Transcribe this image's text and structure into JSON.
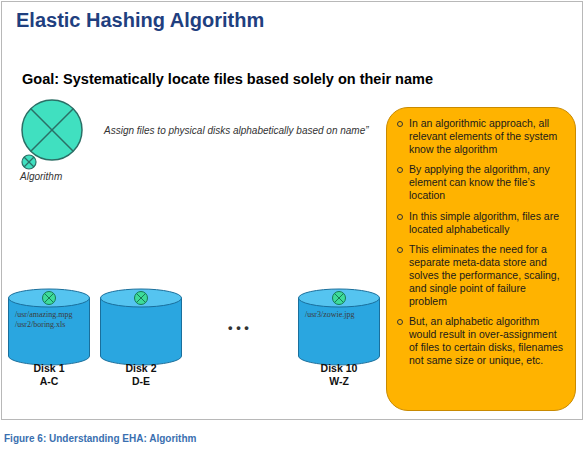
{
  "diagram": {
    "title": "Elastic Hashing Algorithm",
    "caption": "Figure 6: Understanding EHA: Algorithm",
    "nodes": [
      {
        "text": [
          "/usr/amazing.mpg",
          "/usr2/boring.xls",
          "Disk 1",
          "A-C"
        ]
      },
      {
        "text": [
          "Disk 2",
          "D-E"
        ]
      },
      {
        "text": [
          "/usr3/zowie.jpg",
          "Disk 10",
          "W-Z"
        ]
      },
      {
        "text": [
          "In an algorithmic approach, all relevant elements of the system know the algorithm",
          "By applying the algorithm, any element can know the file’s location",
          "In this simple algorithm, files are located alphabetically",
          "This eliminates the need for a separate meta-data store and solves the performance, scaling, and single point of failure problem",
          "But, an alphabetic algorithm would result in over-assignment of files to certain disks, filenames not same size or unique, etc."
        ]
      }
    ],
    "labels": [
      "Goal: Systematically locate files based solely on their name",
      "Assign files to physical disks alphabetically based on name”",
      "Algorithm",
      "• • •"
    ]
  }
}
